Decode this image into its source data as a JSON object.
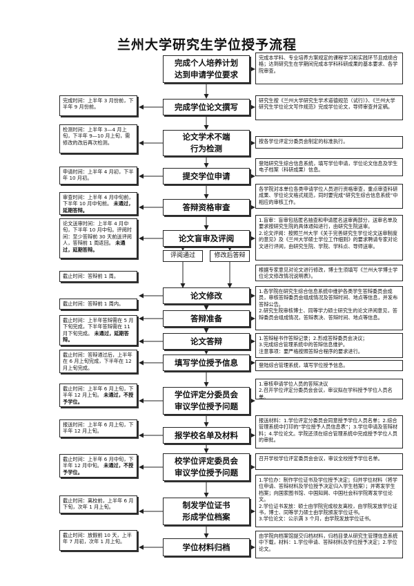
{
  "title": "兰州大学研究生学位授予流程",
  "steps": [
    {
      "label": "完成个人培养计划\n达到申请学位要求"
    },
    {
      "label": "完成学位论文撰写"
    },
    {
      "label": "论文学术不端\n行为检测"
    },
    {
      "label": "提交学位申请"
    },
    {
      "label": "答辩资格审查"
    },
    {
      "label": "论文盲审及评阅"
    },
    {
      "label": "论文修改"
    },
    {
      "label": "答辩准备"
    },
    {
      "label": "论文答辩"
    },
    {
      "label": "填写学位授予信息"
    },
    {
      "label": "学位评定分委员会\n审议学位授予问题"
    },
    {
      "label": "报学校名单及材料"
    },
    {
      "label": "校学位评定委员会\n审议学位授予问题"
    },
    {
      "label": "制发学位证书\n形成学位档案"
    },
    {
      "label": "学位材料归档"
    }
  ],
  "branches": {
    "left_label": "评阅通过",
    "right_label": "修改后答辩"
  },
  "left_notes": [
    {
      "text": "完成时间：上半年 3 月份前，下半年 9 月份前。",
      "bold": ""
    },
    {
      "text": "检测时间：上半年 3—4 月上旬，下半年 9—10 月上旬，需修改的改后再次检测。",
      "bold": ""
    },
    {
      "text": "申请时间：上半年 4 月初，下半年 10 月初。",
      "bold": ""
    },
    {
      "text": "审查时间：上半年 4 月中旬前，下半年 10 月中旬前。",
      "bold": "未通过，延期答辩。"
    },
    {
      "text": "论文送审时间：上半年 4 月中旬，下半年 10 月中旬。评阅时间：至少答辩前 30 天前送评阅人，答辩前 1 周返回。",
      "bold": "未通过，延期答辩。"
    },
    {
      "text": "截止时间：答辩前 1 周。",
      "bold": ""
    },
    {
      "text": "截止时间：答辩前 1 周内。",
      "bold": ""
    },
    {
      "text": "截止时间：上半年答辩需在 5 月下旬完成，下半年答辩需在 11 月下旬完成。",
      "bold": "未通过，延期答辩。"
    },
    {
      "text": "截止时间：答辩通过后，上半年在 6 月上旬完成，下半年在 12 月上旬完成。",
      "bold": ""
    },
    {
      "text": "截止时间：上半年 6 月上旬，下半年 12 月上旬。",
      "bold": "未通过，不授予学位。"
    },
    {
      "text": "报送时间：上半年 6 月上旬，下半年 12 月上旬。",
      "bold": ""
    },
    {
      "text": "截止时间：上半年 6 月中旬，下半年 12 月中旬。",
      "bold": "未通过，不授予学位。"
    },
    {
      "text": "截止时间：离校前，上半年 6 月下旬，次年 1 月上旬。",
      "bold": ""
    },
    {
      "text": "截止时间：放假前 10 天，上半年 7 月初，次年 1 月上旬。",
      "bold": ""
    }
  ],
  "right_notes": [
    "完成本学科、专业培养方案规定的课程学习和实践环节且成绩合格；达到研究生在学期间完成本学科科研成果的基本要求、各学院审查。",
    "研究生按《兰州大学研究生学术道德规范（试行）》、《兰州大学研究生学位论文写作规范》完成学位论文，导师审查并定稿。",
    "按各学位评定分委员会制定的标准执行。",
    "登陆研究生综合信息系统，填写学位申请，学位论文信息及学生电子档案（科研成果）信息。",
    "各学院对本单位各类申请学位人员进行资格审查，重点审查科研成果、学位论文格式规范，同时要完成“研究生综合信息系统”中相应的审核工作。",
    "1.盲审：盲审包括匿名抽查和申请匿名送审两部分，送审名单及要求按研究生院的具体通知进行，由研究生院送审。\n2.论文评阅：按照兰州大学《关于完善研究生学位论文送审制度的意见》及《兰州大学硕士学位工作细则》的要求聘请专家对论文进行评阅，由研究生院、学院、学科点、导师送审。",
    "根据专家意见对论文进行修改，博士生须填写《兰州大学博士学位论文修改情况说明表》。",
    "1.各学院在研究生综合信息系统中维护各类学生答辩委员会成员，审核答辩委员会组成情况及答辩时间、地点等信息，并发布答辩公告。\n2.研究生院审核博士、同等学力硕士研究生的论文评阅意见，答辩委员会组成情况，答辩表决、答辩时间、地点等信息。",
    "1.答辩秘书作答辩记录；2.形成答辩委员会决议；\n3.完成综合管理系统中的答辩信息维护。\n注意事项：要严格按照答辩合程序的要求进行。",
    "登陆综合管理系统，填写学位授予信息。",
    "1.审核申请学位人员的答辩决议\n2.召开学位评定分委员会会议，审议拟在学科授予学位人员名单。",
    "报送材料：1.学位评定分委员会同意授予学位人员名单；2.综合管理系统中打印的“学位授予人员信息表”；3.学位申请及答辩材料；4.学位论文。学院还须在综合管理系统中完成授予学位人员的审批。",
    "召开学校学位评定委员会会议，审议全校授予学位名单。",
    "1.学位办：制作学位证书及学位授予决定；归并学位材料（将学位申请、答辩材料及学位授予决定归入学生档案）；并寄发学生档案；向国家图书馆、中国知网、中国社会科学院寄发学位论文。\n2.学位证书发放：硕士由学院完成校友离校，由学院发放学位证书，博士、同等学力硕士由学院颁发学位证书。\n3.学位论文：公示满 3 个月，由学院发放学位证书。",
    "由学院向档案馆提交归档材料，归档目录从研究生管理信息系统中下载，材料：1.学位申请、答辩材料及学位授予决定；2.学位论文。"
  ]
}
